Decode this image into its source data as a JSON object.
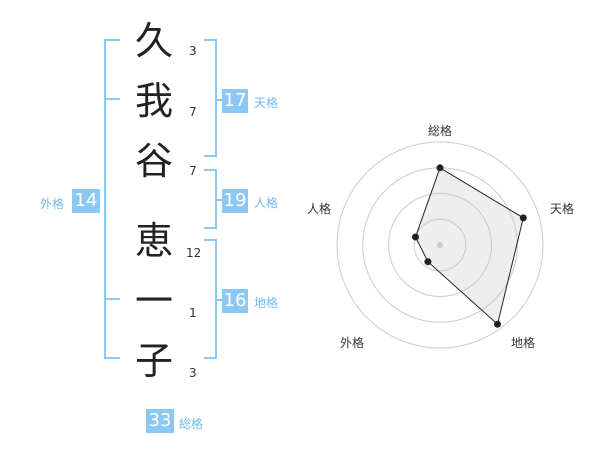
{
  "name": {
    "chars": [
      {
        "char": "久",
        "strokes": "3"
      },
      {
        "char": "我",
        "strokes": "7"
      },
      {
        "char": "谷",
        "strokes": "7"
      },
      {
        "char": "恵",
        "strokes": "12"
      },
      {
        "char": "一",
        "strokes": "1"
      },
      {
        "char": "子",
        "strokes": "3"
      }
    ]
  },
  "fortune": {
    "tenkaku": {
      "value": "17",
      "label": "天格"
    },
    "jinkaku": {
      "value": "19",
      "label": "人格"
    },
    "chikaku": {
      "value": "16",
      "label": "地格"
    },
    "gaikaku": {
      "value": "14",
      "label": "外格"
    },
    "soukaku": {
      "value": "33",
      "label": "総格"
    }
  },
  "colors": {
    "accent": "#8cc8f4",
    "accent_text": "#72b9ec"
  },
  "chart_data": {
    "type": "radar",
    "axes": [
      "総格",
      "天格",
      "地格",
      "外格",
      "人格"
    ],
    "values": [
      0.75,
      0.85,
      0.95,
      0.2,
      0.25
    ],
    "value_range": [
      0,
      1
    ],
    "rings": 4
  }
}
